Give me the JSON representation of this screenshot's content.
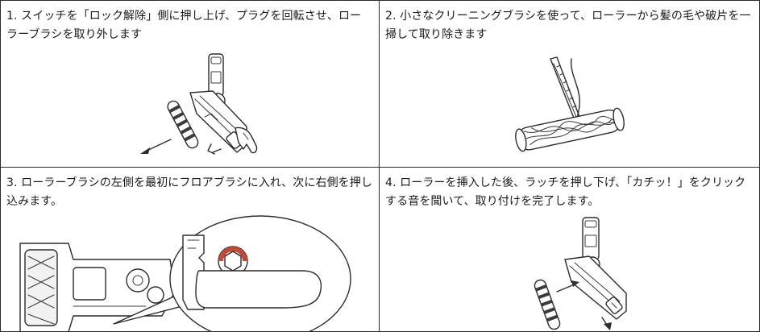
{
  "steps": [
    {
      "number": "1.",
      "text": "スイッチを「ロック解除」側に押し上げ、プラグを回転させ、ローラーブラシを取り外します"
    },
    {
      "number": "2.",
      "text": "小さなクリーニングブラシを使って、ローラーから髪の毛や破片を一掃して取り除きます"
    },
    {
      "number": "3.",
      "text": "ローラーブラシの左側を最初にフロアブラシに入れ、次に右側を押し込みます。"
    },
    {
      "number": "4.",
      "text": "ローラーを挿入した後、ラッチを押し下げ、「カチッ！」をクリックする音を聞いて、取り付けを完了します。"
    }
  ],
  "illustrations": {
    "step1": "remove-roller-brush-illustration",
    "step2": "clean-roller-with-brush-illustration",
    "step3": "insert-roller-left-first-illustration",
    "step4": "press-latch-down-illustration"
  },
  "colors": {
    "border": "#2b2b2b",
    "ink": "#2c2c2c",
    "accent": "#c24a3a"
  }
}
